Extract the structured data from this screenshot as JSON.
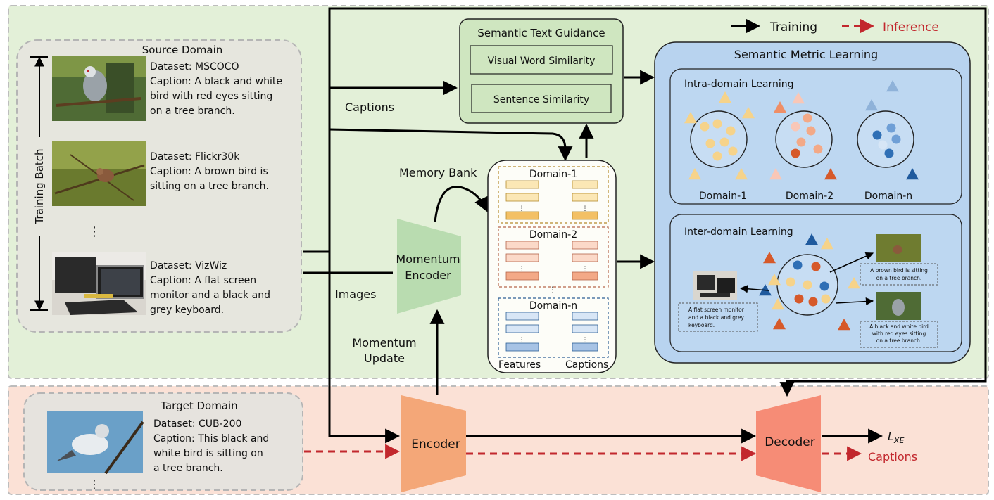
{
  "legend": {
    "training": "Training",
    "inference": "Inference"
  },
  "source": {
    "title": "Source Domain",
    "batch_label": "Training Batch",
    "ellipsis": "⋮",
    "items": [
      {
        "dataset": "Dataset: MSCOCO",
        "caption_lines": [
          "Caption: A black and white",
          "bird with red eyes sitting",
          "on a tree branch."
        ]
      },
      {
        "dataset": "Dataset: Flickr30k",
        "caption_lines": [
          "Caption: A brown bird is",
          "sitting on a tree branch."
        ]
      },
      {
        "dataset": "Dataset: VizWiz",
        "caption_lines": [
          "Caption:  A  flat  screen",
          "monitor and a black and",
          "grey keyboard."
        ]
      }
    ]
  },
  "labels": {
    "captions": "Captions",
    "images": "Images",
    "memory_bank": "Memory Bank",
    "momentum_update_1": "Momentum",
    "momentum_update_2": "Update",
    "momentum_encoder_1": "Momentum",
    "momentum_encoder_2": "Encoder",
    "encoder": "Encoder",
    "decoder": "Decoder",
    "loss": "L",
    "loss_sub": "XE",
    "captions_out": "Captions"
  },
  "guidance": {
    "title": "Semantic Text Guidance",
    "items": [
      "Visual Word Similarity",
      "Sentence Similarity"
    ]
  },
  "memory": {
    "domains": [
      "Domain-1",
      "Domain-2",
      "Domain-n"
    ],
    "features_label": "Features",
    "captions_label": "Captions",
    "colors": {
      "Domain-1": {
        "fill": "#fbe7b5",
        "accent": "#f3c065",
        "border": "#b58a2c"
      },
      "Domain-2": {
        "fill": "#fbd9c8",
        "accent": "#f3a987",
        "border": "#b5654a"
      },
      "Domain-n": {
        "fill": "#d8e6f6",
        "accent": "#a7c3e5",
        "border": "#2e5f95"
      }
    }
  },
  "metric": {
    "title": "Semantic Metric Learning",
    "intra_title": "Intra-domain Learning",
    "intra_labels": [
      "Domain-1",
      "Domain-2",
      "Domain-n"
    ],
    "inter_title": "Inter-domain Learning",
    "inter_captions": [
      [
        "A brown bird is sitting",
        "on a tree  branch."
      ],
      [
        "A black and white bird",
        "with red eyes sitting",
        "on a tree branch."
      ],
      [
        "A flat screen  monitor",
        "and a black and grey",
        "keyboard."
      ]
    ]
  },
  "target": {
    "title": "Target Domain",
    "dataset": "Dataset: CUB-200",
    "caption_lines": [
      "Caption: This black and",
      "white bird is  sitting on",
      "a tree branch."
    ],
    "ellipsis": "⋮"
  },
  "colors": {
    "source_region": "#e3f0d8",
    "target_region": "#fbe1d6",
    "guidance_box": "#cfe6c0",
    "metric_box": "#b8d3ef",
    "encoder": "#f4a778",
    "decoder": "#f68c76",
    "momentum_encoder": "#b9dcb0",
    "inference_arrow": "#c2272d"
  }
}
